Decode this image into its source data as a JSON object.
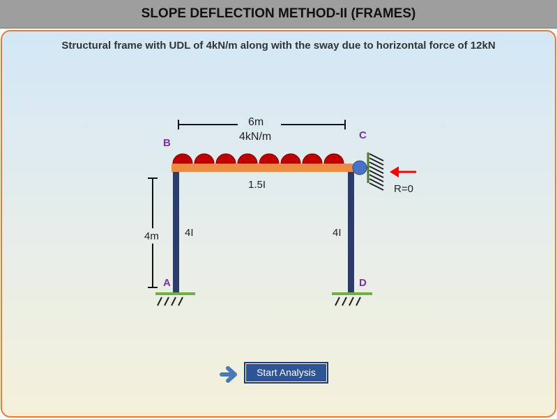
{
  "header": {
    "title": "SLOPE DEFLECTION METHOD-II (FRAMES)"
  },
  "description": "Structural frame with UDL of 4kN/m along with the sway due to horizontal force of 12kN",
  "diagram": {
    "span_label": "6m",
    "load_label": "4kN/m",
    "beam_inertia": "1.5I",
    "column_left_inertia": "4I",
    "column_right_inertia": "4I",
    "height_label": "4m",
    "reaction_label": "R=0",
    "nodes": {
      "A": "A",
      "B": "B",
      "C": "C",
      "D": "D"
    },
    "colors": {
      "beam": "#f08a3c",
      "column": "#2a3c6e",
      "load": "#c00000",
      "roller": "#4a72c4",
      "support_ground": "#70ad47",
      "force_arrow": "#ff0000",
      "wall_hatch": "#4a7a2a"
    }
  },
  "actions": {
    "start_label": "Start Analysis"
  }
}
